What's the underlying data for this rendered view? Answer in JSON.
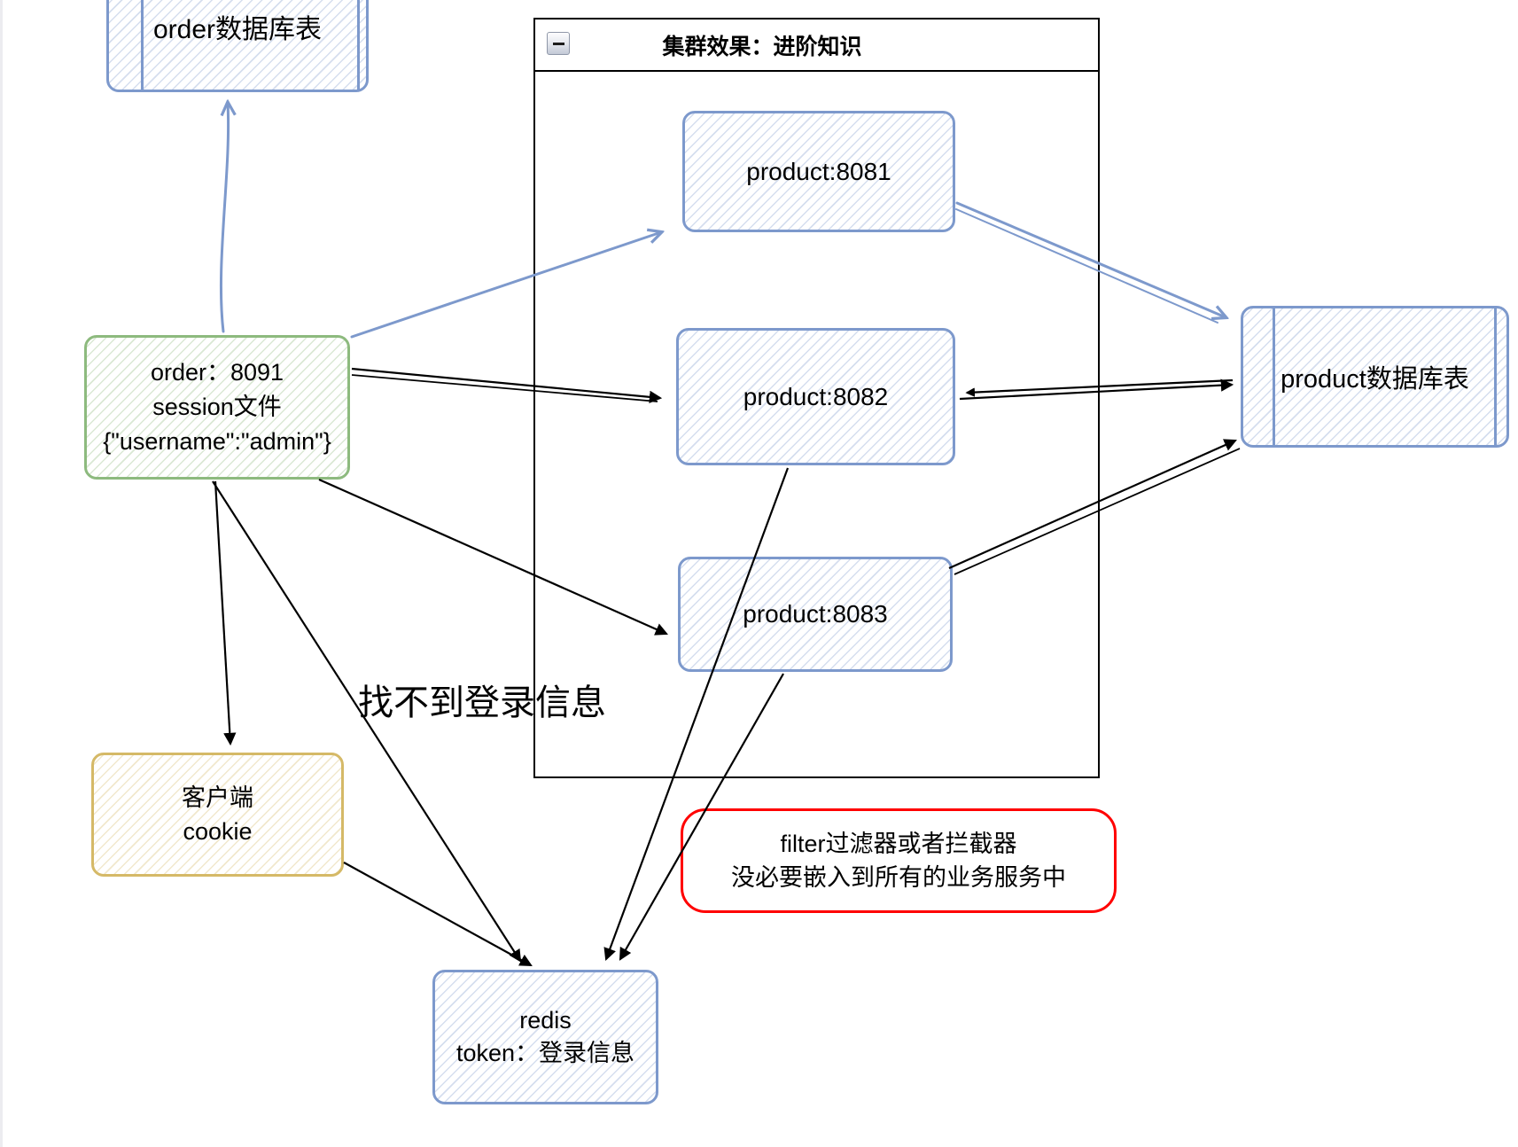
{
  "cluster": {
    "title": "集群效果：进阶知识"
  },
  "nodes": {
    "order_db": {
      "label": "order数据库表"
    },
    "product_8081": {
      "label": "product:8081"
    },
    "product_8082": {
      "label": "product:8082"
    },
    "product_8083": {
      "label": "product:8083"
    },
    "product_db": {
      "label": "product数据库表"
    },
    "order_service": {
      "lines": [
        "order：8091",
        "session文件",
        "{\"username\":\"admin\"}"
      ]
    },
    "client_cookie": {
      "lines": [
        "客户端",
        "cookie"
      ]
    },
    "redis": {
      "lines": [
        "redis",
        "token：登录信息"
      ]
    },
    "filter_note": {
      "lines": [
        "filter过滤器或者拦截器",
        "没必要嵌入到所有的业务服务中"
      ]
    }
  },
  "annotations": {
    "not_found_login": "找不到登录信息"
  },
  "icons": {
    "collapse": "minus-icon"
  },
  "colors": {
    "node_blue": "#7d99cc",
    "node_green": "#8dba7e",
    "node_yellow": "#d5b967",
    "note_red": "#ff0000",
    "connector_black": "#000000"
  }
}
